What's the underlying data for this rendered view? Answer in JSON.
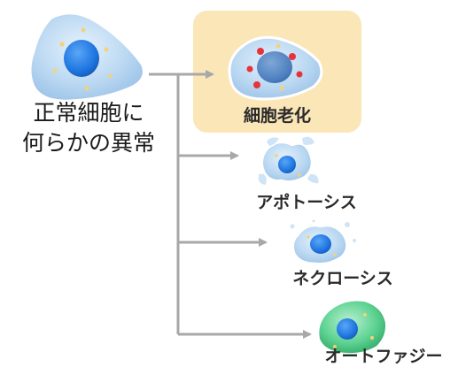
{
  "source": {
    "line1": "正常細胞に",
    "line2": "何らかの異常"
  },
  "outcomes": [
    {
      "label": "細胞老化",
      "highlighted": true
    },
    {
      "label": "アポトーシス",
      "highlighted": false
    },
    {
      "label": "ネクローシス",
      "highlighted": false
    },
    {
      "label": "オートファジー",
      "highlighted": false
    }
  ],
  "colors": {
    "cell_body": "#bcd9f2",
    "nucleus": "#1f76e0",
    "granule": "#f3d27a",
    "senescence_marker": "#e8323a",
    "autophagy_cell": "#3fc27a",
    "arrow": "#a8a8a8",
    "highlight": "#fbe6b8"
  }
}
